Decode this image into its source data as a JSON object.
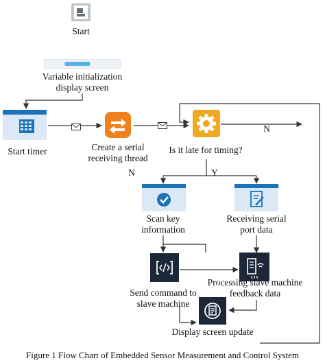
{
  "nodes": {
    "start": "Start",
    "var_init_line1": "Variable initialization",
    "var_init_line2": "display screen",
    "start_timer": "Start timer",
    "serial_thread_line1": "Create a serial",
    "serial_thread_line2": "receiving thread",
    "late_question": "Is it late for timing?",
    "scan_key_line1": "Scan key",
    "scan_key_line2": "information",
    "receiving_serial_line1": "Receiving serial",
    "receiving_serial_line2": "port data",
    "send_command_line1": "Send command to",
    "send_command_line2": "slave machine",
    "processing_line1": "Processing slave machine",
    "processing_line2": "feedback data",
    "display_update": "Display screen update"
  },
  "branch_labels": {
    "n_left": "N",
    "y": "Y",
    "n_right": "N"
  },
  "caption": "Figure 1 Flow Chart of Embedded Sensor Measurement and Control System",
  "icons": {
    "start": "document-icon",
    "var_init": "progress-bar-icon",
    "start_timer": "calendar-window-icon",
    "serial_thread": "transfer-arrows-icon",
    "timing_check": "gear-icon",
    "scan_key": "checkmark-window-icon",
    "receiving_serial": "edit-document-window-icon",
    "send_command": "code-brackets-icon",
    "processing": "server-signal-icon",
    "display_update": "doc-circle-icon",
    "message": "envelope-icon"
  },
  "colors": {
    "line": "#333333",
    "window_blue": "#1a73b8",
    "window_light": "#dbe8f6",
    "orange": "#f0821e",
    "gold": "#f0a81e",
    "dark_navy": "#1c2738",
    "start_gray": "#bfc4c9"
  }
}
